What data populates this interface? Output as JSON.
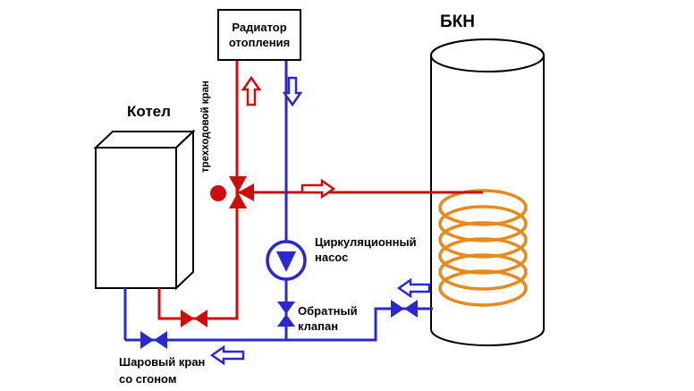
{
  "colors": {
    "supply_red": "#cf0c0c",
    "return_blue": "#2929cf",
    "coil_orange": "#e78a1d",
    "outline_black": "#000000"
  },
  "labels": {
    "radiator_line1": "Радиатор",
    "radiator_line2": "отопления",
    "bkn": "БКН",
    "boiler": "Котел",
    "three_way_valve": "трехходовой кран",
    "pump_line1": "Циркуляционный",
    "pump_line2": "насос",
    "check_valve_line1": "Обратный",
    "check_valve_line2": "клапан",
    "ball_valve_line1": "Шаровый кран",
    "ball_valve_line2": "со сгоном"
  }
}
